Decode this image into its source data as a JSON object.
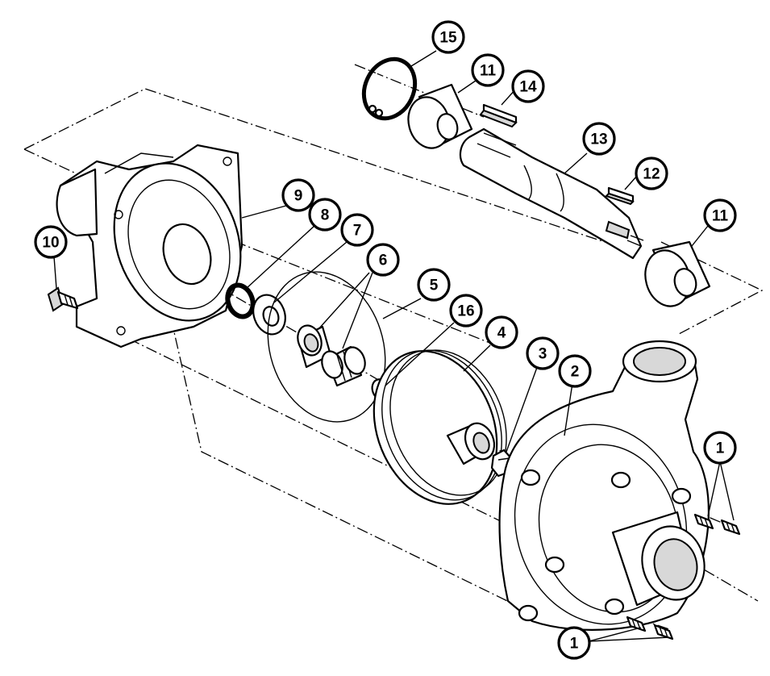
{
  "callouts": [
    {
      "label": "15"
    },
    {
      "label": "11"
    },
    {
      "label": "14"
    },
    {
      "label": "13"
    },
    {
      "label": "12"
    },
    {
      "label": "11"
    },
    {
      "label": "9"
    },
    {
      "label": "8"
    },
    {
      "label": "7"
    },
    {
      "label": "10"
    },
    {
      "label": "6"
    },
    {
      "label": "5"
    },
    {
      "label": "16"
    },
    {
      "label": "4"
    },
    {
      "label": "3"
    },
    {
      "label": "2"
    },
    {
      "label": "1"
    },
    {
      "label": "1"
    }
  ]
}
